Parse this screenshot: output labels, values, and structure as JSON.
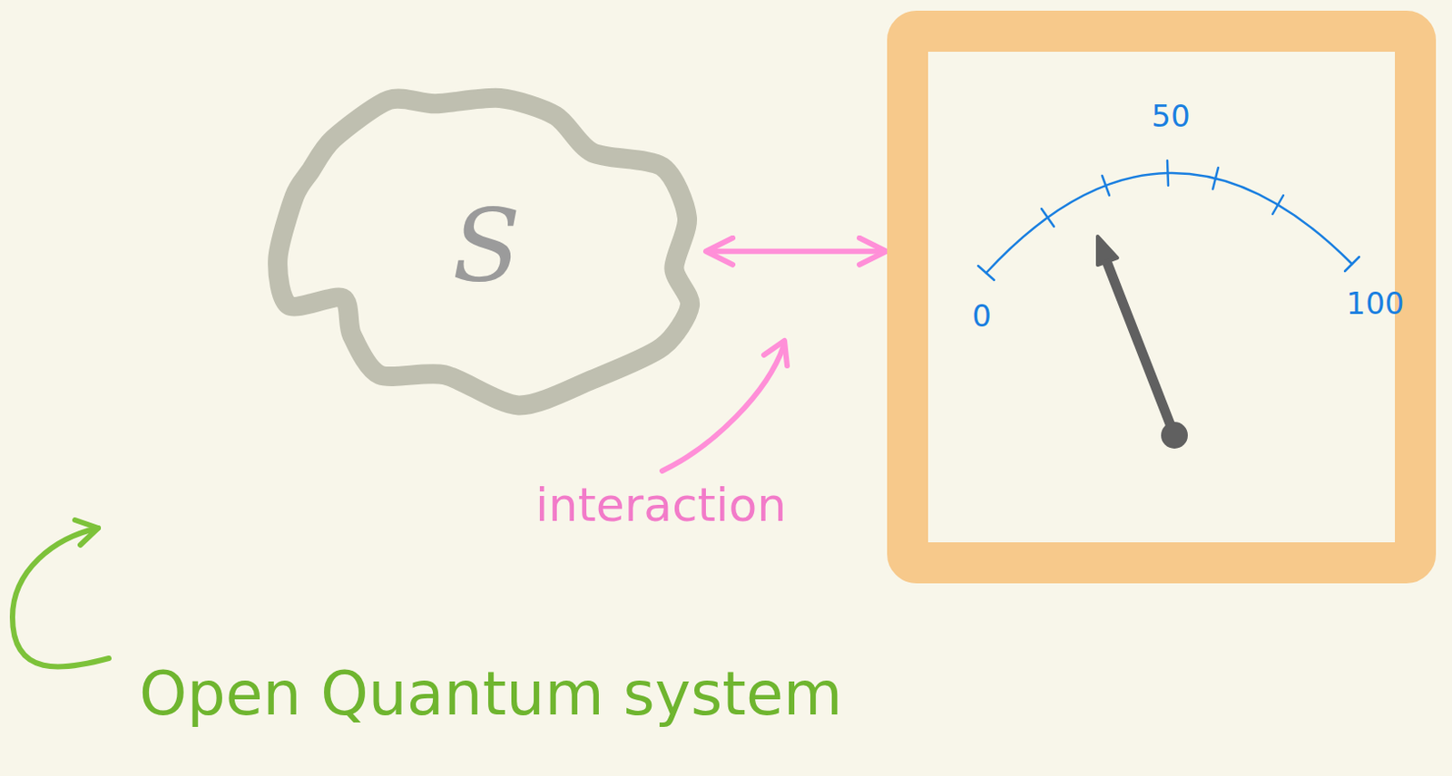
{
  "diagram": {
    "nodes": [
      {
        "text": [
          "S"
        ]
      },
      {
        "text": [
          "0",
          "50",
          "100"
        ]
      }
    ],
    "edges": [
      {
        "from": 0,
        "to": 1,
        "arrow": "both"
      }
    ],
    "labels": [
      "interaction",
      "Open Quantum system"
    ]
  }
}
